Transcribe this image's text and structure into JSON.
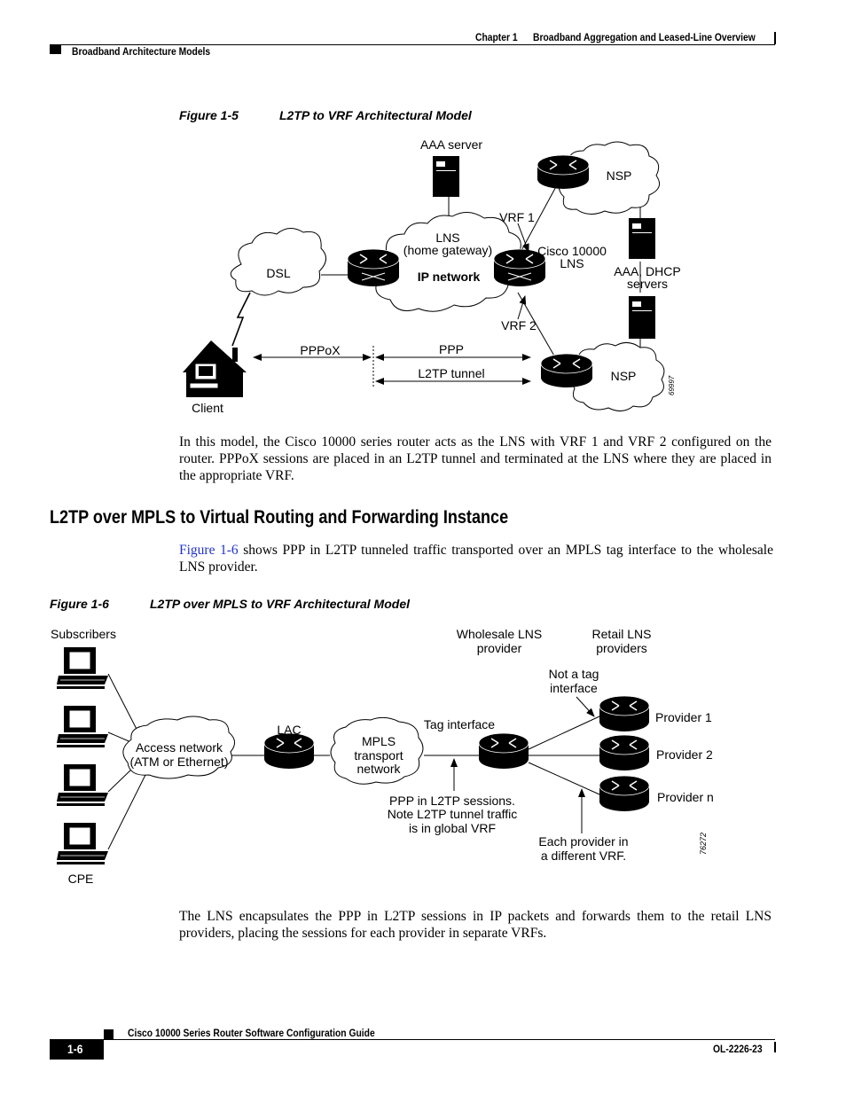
{
  "header": {
    "chapter": "Chapter 1",
    "chapter_title": "Broadband Aggregation and Leased-Line Overview",
    "section": "Broadband Architecture Models"
  },
  "figure5": {
    "number": "Figure 1-5",
    "title": "L2TP to VRF Architectural Model",
    "labels": {
      "aaa_server": "AAA server",
      "nsp_top": "NSP",
      "vrf1": "VRF 1",
      "lns": "LNS",
      "home_gateway": "(home gateway)",
      "ip_network": "IP network",
      "cisco_10000": "Cisco 10000",
      "cisco_lns": "LNS",
      "dsl": "DSL",
      "aaa_dhcp": "AAA, DHCP",
      "servers": "servers",
      "vrf2": "VRF 2",
      "pppox": "PPPoX",
      "ppp": "PPP",
      "l2tp_tunnel": "L2TP tunnel",
      "nsp_bottom": "NSP",
      "client": "Client",
      "fig_id": "69997"
    }
  },
  "para1": "In this model, the Cisco 10000 series router acts as the LNS with VRF 1 and VRF 2 configured on the router. PPPoX sessions are placed in an L2TP tunnel and terminated at the LNS where they are placed in the appropriate VRF.",
  "section_heading": "L2TP over MPLS to Virtual Routing and Forwarding Instance",
  "para2": {
    "link": "Figure 1-6",
    "text": " shows PPP in L2TP tunneled traffic transported over an MPLS tag interface to the wholesale LNS provider."
  },
  "figure6": {
    "number": "Figure 1-6",
    "title": "L2TP over MPLS to VRF Architectural Model",
    "labels": {
      "subscribers": "Subscribers",
      "wholesale_1": "Wholesale LNS",
      "wholesale_2": "provider",
      "retail_1": "Retail LNS",
      "retail_2": "providers",
      "not_tag_1": "Not a tag",
      "not_tag_2": "interface",
      "provider1": "Provider 1",
      "tag_interface": "Tag interface",
      "lac": "LAC",
      "access_1": "Access network",
      "access_2": "(ATM or Ethernet)",
      "mpls_1": "MPLS",
      "mpls_2": "transport",
      "mpls_3": "network",
      "provider2": "Provider 2",
      "ppp_l2tp_1": "PPP in L2TP sessions.",
      "ppp_l2tp_2": "Note L2TP tunnel traffic",
      "ppp_l2tp_3": "is in global VRF",
      "providern": "Provider n",
      "each_1": "Each provider in",
      "each_2": "a different VRF.",
      "cpe": "CPE",
      "fig_id": "76272"
    }
  },
  "para3": "The LNS encapsulates the PPP in L2TP sessions in IP packets and forwards them to the retail LNS providers, placing the sessions for each provider in separate VRFs.",
  "footer": {
    "guide_title": "Cisco 10000 Series Router Software Configuration Guide",
    "page_number": "1-6",
    "doc_number": "OL-2226-23"
  }
}
